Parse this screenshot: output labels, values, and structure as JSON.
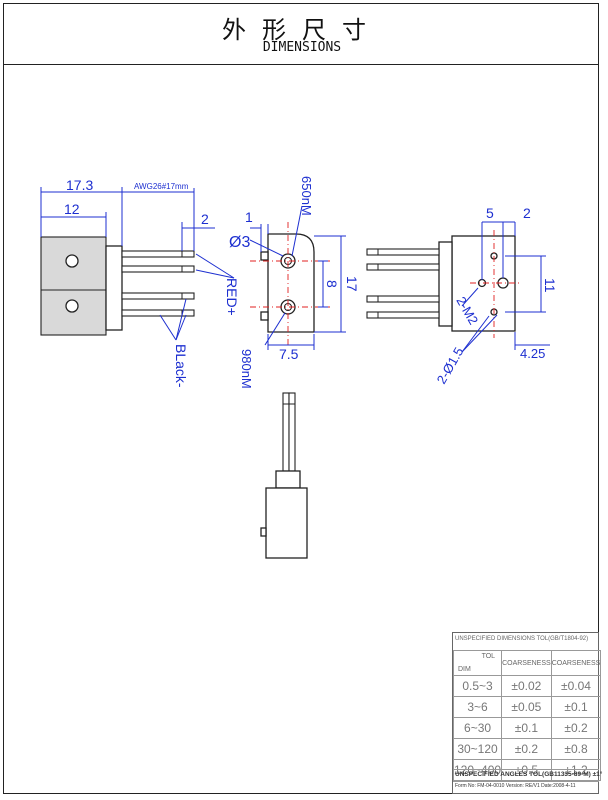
{
  "header": {
    "title_cn": "外形尺寸",
    "title_en": "DIMENSIONS"
  },
  "dimensions": {
    "d17_3": "17.3",
    "d12": "12",
    "awg": "AWG26#17mm",
    "d2_left": "2",
    "d1": "1",
    "d_phi3": "Ø3",
    "d650": "650nM",
    "d17": "17",
    "d8": "8",
    "d7_5": "7.5",
    "d980": "980nM",
    "d5": "5",
    "d2_right": "2",
    "d11": "11",
    "d_m2": "2-M2",
    "d4_25": "4.25",
    "d_2phi15": "2-Ø1.5",
    "red": "RED+",
    "black": "BLack-"
  },
  "tolerance": {
    "header": "UNSPECIFIED DIMENSIONS TOL(GB/T1804-92)",
    "tol_label": "TOL",
    "dim_label": "DIM",
    "col1": "COARSENESS",
    "col2": "COARSENESS",
    "rows": [
      {
        "dim": "0.5~3",
        "a": "±0.02",
        "b": "±0.04"
      },
      {
        "dim": "3~6",
        "a": "±0.05",
        "b": "±0.1"
      },
      {
        "dim": "6~30",
        "a": "±0.1",
        "b": "±0.2"
      },
      {
        "dim": "30~120",
        "a": "±0.2",
        "b": "±0.8"
      },
      {
        "dim": "120~400",
        "a": "±0.5",
        "b": "±1.2"
      }
    ],
    "angles": "UNSPECIFIED ANGLES TOL(GB11335-89-M) ±1°",
    "form": "Form No: FM-04-0010  Version: RE/V1  Date:2008-4-11"
  },
  "colors": {
    "dimension_blue": "#1d2fd0",
    "centerline_red": "#e02020"
  }
}
